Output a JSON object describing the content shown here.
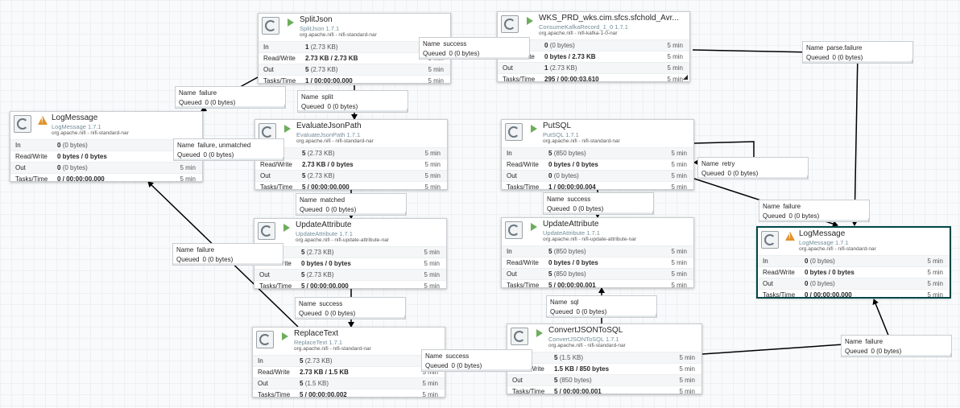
{
  "processors": {
    "splitjson": {
      "name": "SplitJson",
      "type": "SplitJson 1.7.1",
      "bundle": "org.apache.nifi - nifi-standard-nar",
      "in": "1",
      "in_size": "(2.73 KB)",
      "rw": "2.73 KB / 2.73 KB",
      "out": "5",
      "out_size": "(2.73 KB)",
      "tasks": "1 / 00:00:00.000",
      "time": "5 min"
    },
    "kafka": {
      "name": "WKS_PRD_wks.cim.sfcs.sfchold_Avr...",
      "type": "ConsumeKafkaRecord_1_0 1.7.1",
      "bundle": "org.apache.nifi - nifi-kafka-1-0-nar",
      "in": "0",
      "in_size": "(0 bytes)",
      "rw": "0 bytes / 2.73 KB",
      "out": "1",
      "out_size": "(2.73 KB)",
      "tasks": "295 / 00:00:03.610",
      "time": "5 min"
    },
    "logmessage_left": {
      "name": "LogMessage",
      "type": "LogMessage 1.7.1",
      "bundle": "org.apache.nifi - nifi-standard-nar",
      "in": "0",
      "in_size": "(0 bytes)",
      "rw": "0 bytes / 0 bytes",
      "out": "0",
      "out_size": "(0 bytes)",
      "tasks": "0 / 00:00:00.000",
      "time": "5 min"
    },
    "evaluatejsonpath": {
      "name": "EvaluateJsonPath",
      "type": "EvaluateJsonPath 1.7.1",
      "bundle": "org.apache.nifi - nifi-standard-nar",
      "in": "5",
      "in_size": "(2.73 KB)",
      "rw": "2.73 KB / 0 bytes",
      "out": "5",
      "out_size": "(2.73 KB)",
      "tasks": "5 / 00:00:00.000",
      "time": "5 min"
    },
    "putsql": {
      "name": "PutSQL",
      "type": "PutSQL 1.7.1",
      "bundle": "org.apache.nifi - nifi-standard-nar",
      "in": "5",
      "in_size": "(850 bytes)",
      "rw": "0 bytes / 0 bytes",
      "out": "0",
      "out_size": "(0 bytes)",
      "tasks": "1 / 00:00:00.004",
      "time": "5 min"
    },
    "updateattribute_left": {
      "name": "UpdateAttribute",
      "type": "UpdateAttribute 1.7.1",
      "bundle": "org.apache.nifi - nifi-update-attribute-nar",
      "in": "5",
      "in_size": "(2.73 KB)",
      "rw": "0 bytes / 0 bytes",
      "out": "5",
      "out_size": "(2.73 KB)",
      "tasks": "5 / 00:00:00.000",
      "time": "5 min"
    },
    "updateattribute_right": {
      "name": "UpdateAttribute",
      "type": "UpdateAttribute 1.7.1",
      "bundle": "org.apache.nifi - nifi-update-attribute-nar",
      "in": "5",
      "in_size": "(850 bytes)",
      "rw": "0 bytes / 0 bytes",
      "out": "5",
      "out_size": "(850 bytes)",
      "tasks": "5 / 00:00:00.001",
      "time": "5 min"
    },
    "logmessage_right": {
      "name": "LogMessage",
      "type": "LogMessage 1.7.1",
      "bundle": "org.apache.nifi - nifi-standard-nar",
      "in": "0",
      "in_size": "(0 bytes)",
      "rw": "0 bytes / 0 bytes",
      "out": "0",
      "out_size": "(0 bytes)",
      "tasks": "0 / 00:00:00.000",
      "time": "5 min"
    },
    "replacetext": {
      "name": "ReplaceText",
      "type": "ReplaceText 1.7.1",
      "bundle": "org.apache.nifi - nifi-standard-nar",
      "in": "5",
      "in_size": "(2.73 KB)",
      "rw": "2.73 KB / 1.5 KB",
      "out": "5",
      "out_size": "(1.5 KB)",
      "tasks": "5 / 00:00:00.002",
      "time": "5 min"
    },
    "convertjsontosql": {
      "name": "ConvertJSONToSQL",
      "type": "ConvertJSONToSQL 1.7.1",
      "bundle": "org.apache.nifi - nifi-standard-nar",
      "in": "5",
      "in_size": "(1.5 KB)",
      "rw": "1.5 KB / 850 bytes",
      "out": "5",
      "out_size": "(850 bytes)",
      "tasks": "5 / 00:00:00.001",
      "time": "5 min"
    }
  },
  "labels": {
    "in": "In",
    "rw": "Read/Write",
    "out": "Out",
    "tasks": "Tasks/Time",
    "name": "Name",
    "queued": "Queued"
  },
  "connections": {
    "split_success": {
      "name": "success",
      "queued": "0 (0 bytes)"
    },
    "parse_failure": {
      "name": "parse.failure",
      "queued": "0 (0 bytes)"
    },
    "split_failure": {
      "name": "failure",
      "queued": "0 (0 bytes)"
    },
    "split": {
      "name": "split",
      "queued": "0 (0 bytes)"
    },
    "failure_unmatched": {
      "name": "failure, unmatched",
      "queued": "0 (0 bytes)"
    },
    "retry": {
      "name": "retry",
      "queued": "0 (0 bytes)"
    },
    "matched": {
      "name": "matched",
      "queued": "0 (0 bytes)"
    },
    "putsql_success": {
      "name": "success",
      "queued": "0 (0 bytes)"
    },
    "putsql_failure": {
      "name": "failure",
      "queued": "0 (0 bytes)"
    },
    "update_failure": {
      "name": "failure",
      "queued": "0 (0 bytes)"
    },
    "update_success": {
      "name": "success",
      "queued": "0 (0 bytes)"
    },
    "sql": {
      "name": "sql",
      "queued": "0 (0 bytes)"
    },
    "replace_success": {
      "name": "success",
      "queued": "0 (0 bytes)"
    },
    "convert_failure": {
      "name": "failure",
      "queued": "0 (0 bytes)"
    }
  },
  "colors": {
    "run": "#6cae5c",
    "warn": "#e0932d",
    "selected": "#004849",
    "type": "#728e9b"
  }
}
